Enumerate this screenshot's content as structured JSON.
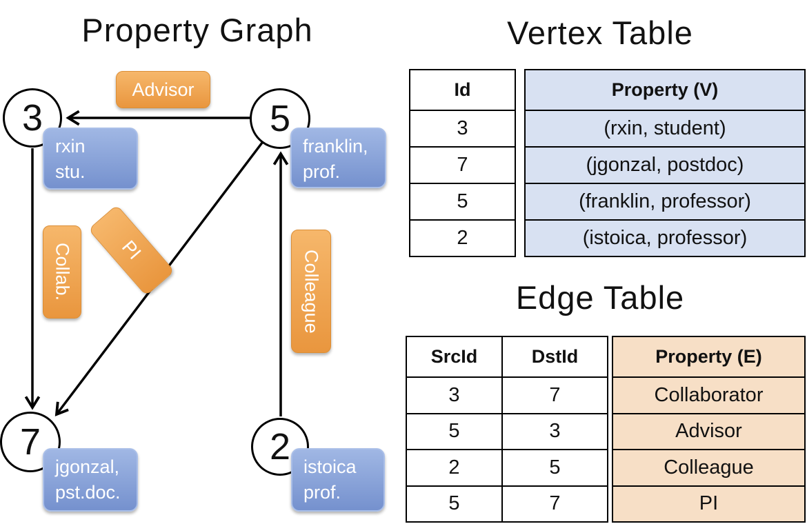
{
  "colors": {
    "orange-top": "#F6B76B",
    "orange-bottom": "#E9963E",
    "orange-border": "#DC8E35",
    "blue-top": "#A0B7E4",
    "blue-bottom": "#7591CE",
    "blue-border": "#AABFE8",
    "vertex-cell-bg": "#D8E1F2",
    "edge-cell-bg": "#F7DFC6",
    "text": "#1A1A1A"
  },
  "graph": {
    "title": "Property Graph",
    "nodes": [
      {
        "id": "3"
      },
      {
        "id": "5"
      },
      {
        "id": "7"
      },
      {
        "id": "2"
      }
    ],
    "node_properties": [
      {
        "line1": "rxin",
        "line2": "stu."
      },
      {
        "line1": "franklin,",
        "line2": "prof."
      },
      {
        "line1": "jgonzal,",
        "line2": "pst.doc."
      },
      {
        "line1": "istoica",
        "line2": "prof."
      }
    ],
    "edge_labels": [
      {
        "label": "Advisor"
      },
      {
        "label": "Collab."
      },
      {
        "label": "PI"
      },
      {
        "label": "Colleague"
      }
    ]
  },
  "vertex_table": {
    "title": "Vertex Table",
    "columns": {
      "id": "Id",
      "property": "Property (V)"
    },
    "rows": [
      {
        "id": "3",
        "property": "(rxin, student)"
      },
      {
        "id": "7",
        "property": "(jgonzal, postdoc)"
      },
      {
        "id": "5",
        "property": "(franklin, professor)"
      },
      {
        "id": "2",
        "property": "(istoica, professor)"
      }
    ]
  },
  "edge_table": {
    "title": "Edge Table",
    "columns": {
      "src": "SrcId",
      "dst": "DstId",
      "property": "Property (E)"
    },
    "rows": [
      {
        "src": "3",
        "dst": "7",
        "property": "Collaborator"
      },
      {
        "src": "5",
        "dst": "3",
        "property": "Advisor"
      },
      {
        "src": "2",
        "dst": "5",
        "property": "Colleague"
      },
      {
        "src": "5",
        "dst": "7",
        "property": "PI"
      }
    ]
  }
}
